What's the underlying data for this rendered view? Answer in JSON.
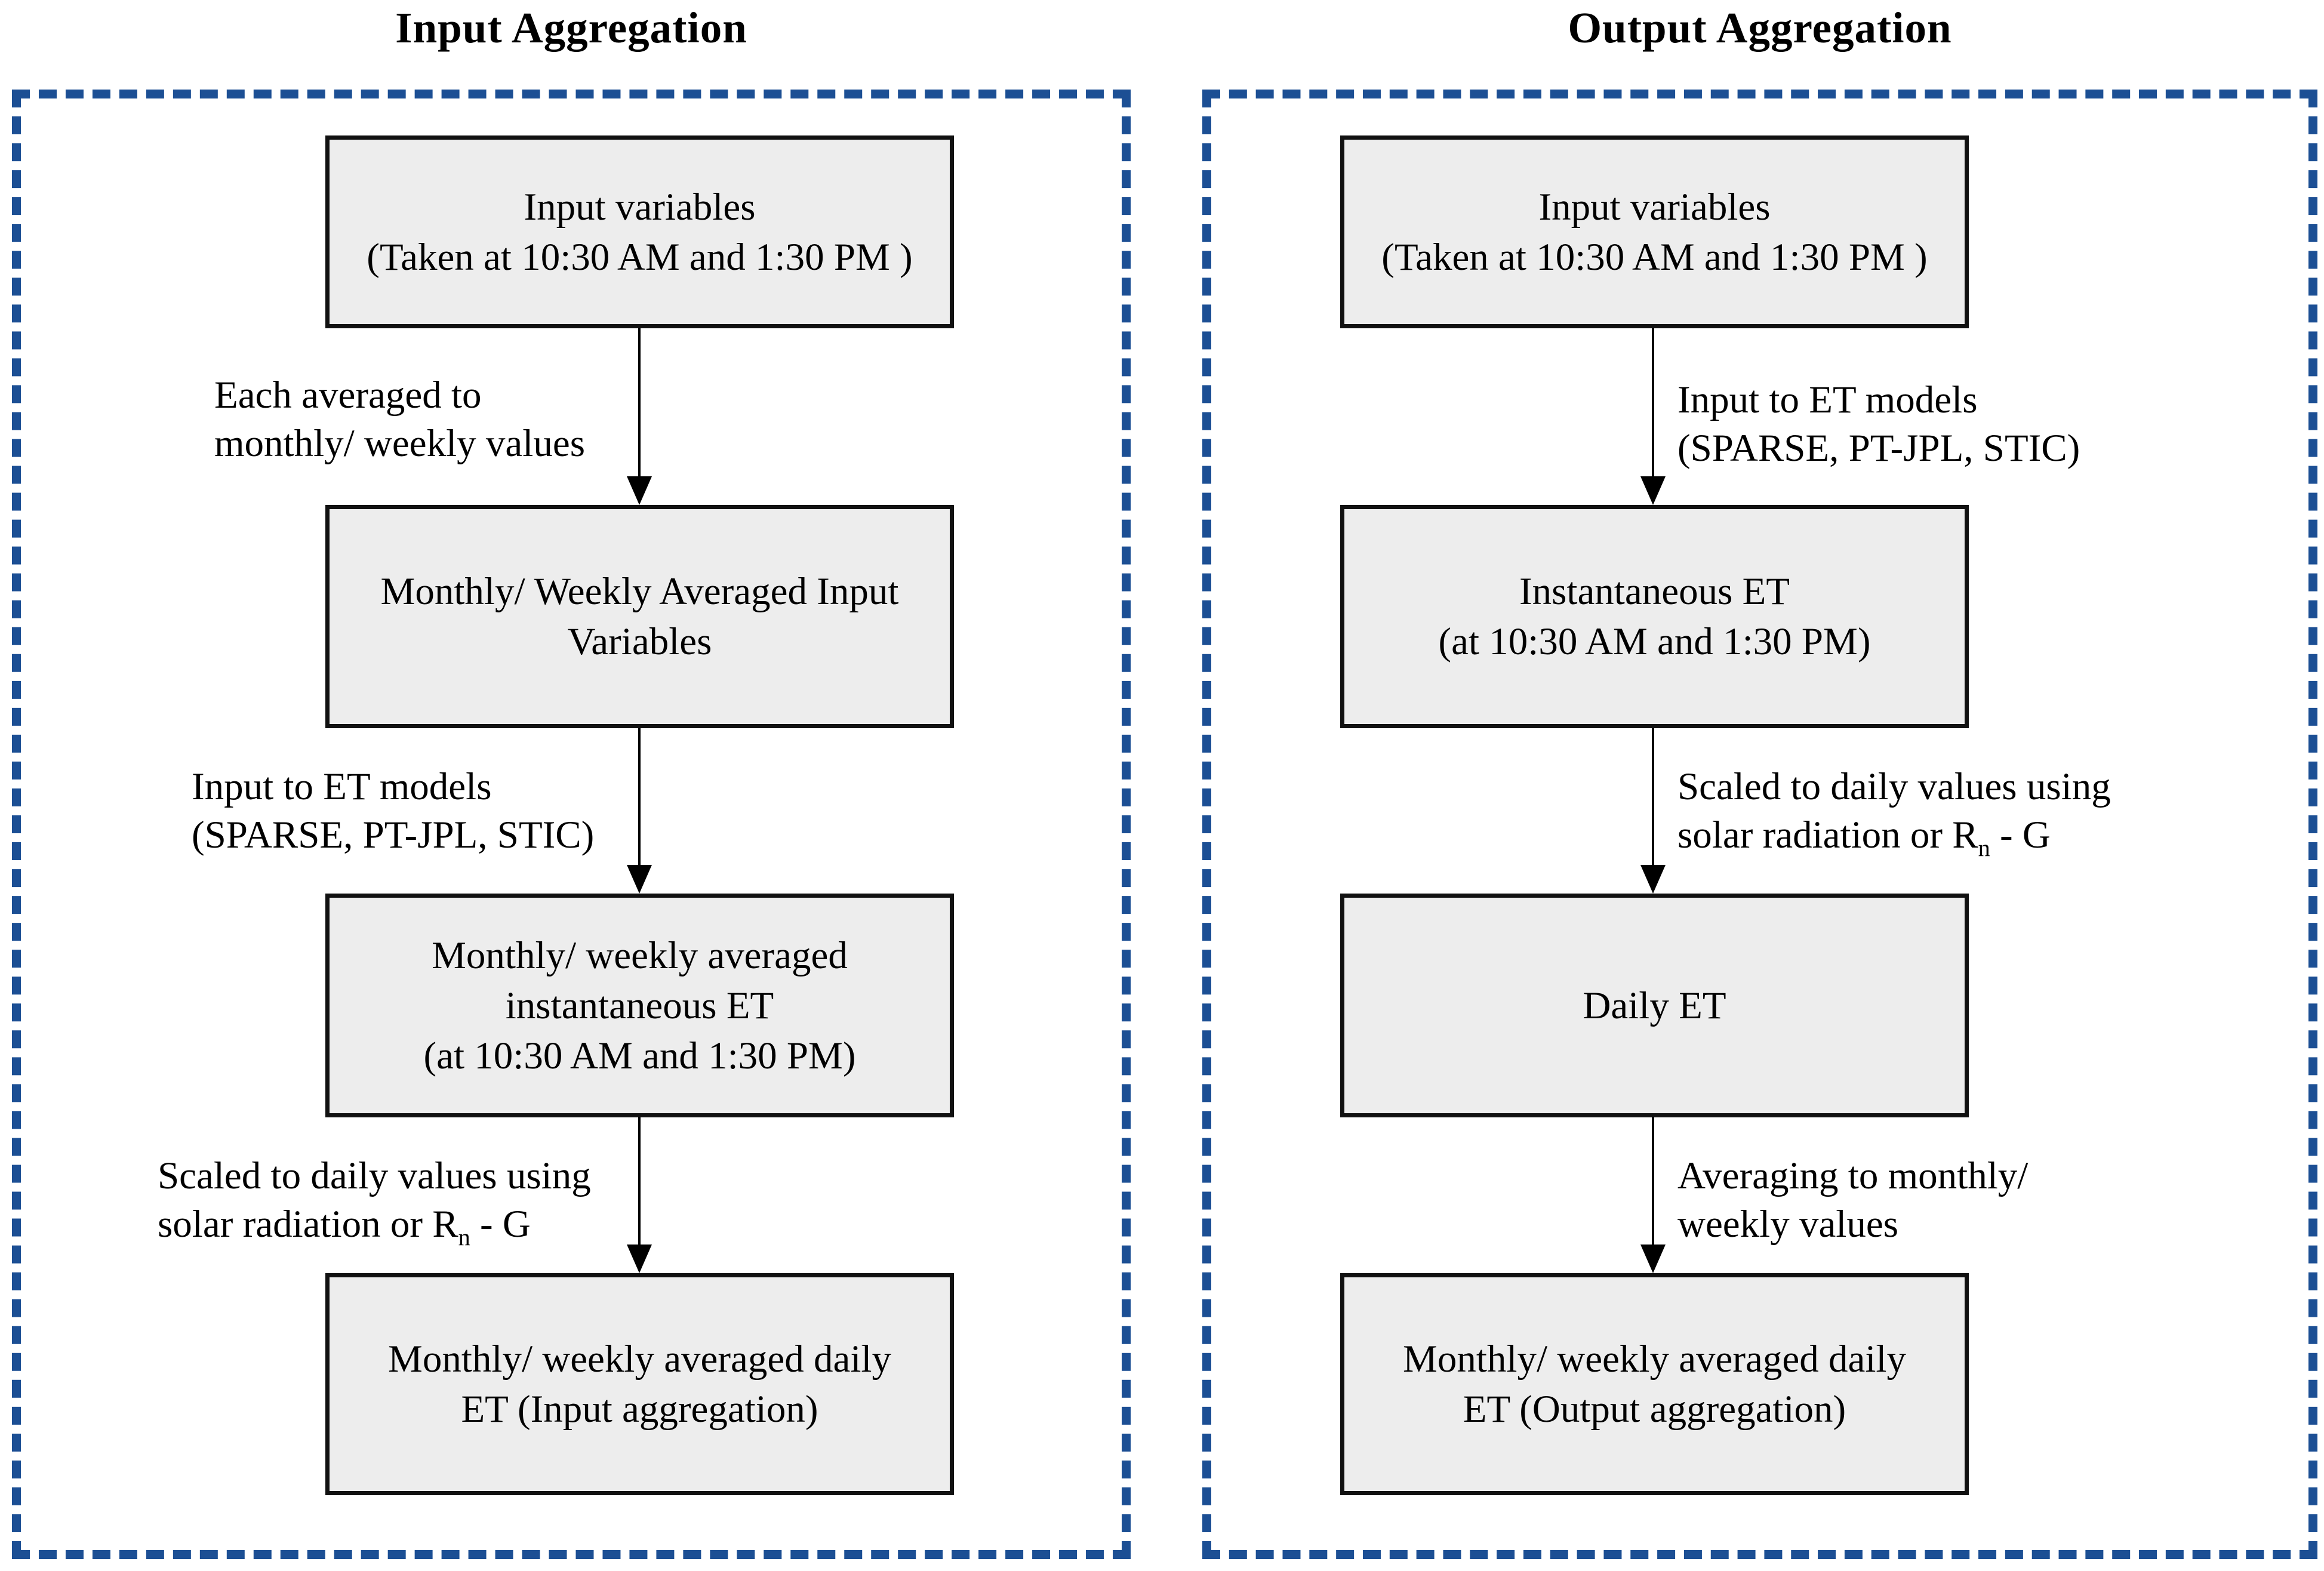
{
  "colors": {
    "dash_border": "#1c4f94",
    "box_fill": "#ededed",
    "box_border": "#111111",
    "text": "#000000",
    "background": "#ffffff"
  },
  "panels": [
    {
      "title": "Input Aggregation",
      "boxes": [
        {
          "lines": [
            "Input variables",
            "(Taken at 10:30 AM and 1:30 PM )"
          ]
        },
        {
          "lines": [
            "Monthly/ Weekly Averaged Input",
            "Variables"
          ]
        },
        {
          "lines": [
            "Monthly/ weekly averaged",
            "instantaneous ET",
            "(at 10:30 AM and 1:30 PM)"
          ]
        },
        {
          "lines": [
            "Monthly/ weekly averaged daily",
            "ET (Input aggregation)"
          ]
        }
      ],
      "arrow_labels": [
        {
          "line1": "Each averaged to",
          "line2": "monthly/ weekly values"
        },
        {
          "line1": "Input to ET models",
          "line2": "(SPARSE, PT-JPL, STIC)"
        },
        {
          "line1": "Scaled to daily values using",
          "line2_pre": "solar radiation or R",
          "line2_sub": "n",
          "line2_post": " - G"
        }
      ]
    },
    {
      "title": "Output Aggregation",
      "boxes": [
        {
          "lines": [
            "Input variables",
            "(Taken at 10:30 AM and 1:30 PM )"
          ]
        },
        {
          "lines": [
            "Instantaneous ET",
            "(at 10:30 AM and 1:30 PM)"
          ]
        },
        {
          "lines": [
            "Daily ET"
          ]
        },
        {
          "lines": [
            "Monthly/ weekly averaged daily",
            "ET (Output aggregation)"
          ]
        }
      ],
      "arrow_labels": [
        {
          "line1": "Input to ET models",
          "line2": "(SPARSE, PT-JPL, STIC)"
        },
        {
          "line1": "Scaled to daily values using",
          "line2_pre": "solar radiation or R",
          "line2_sub": "n",
          "line2_post": " - G"
        },
        {
          "line1": "Averaging to monthly/",
          "line2": "weekly values"
        }
      ]
    }
  ]
}
